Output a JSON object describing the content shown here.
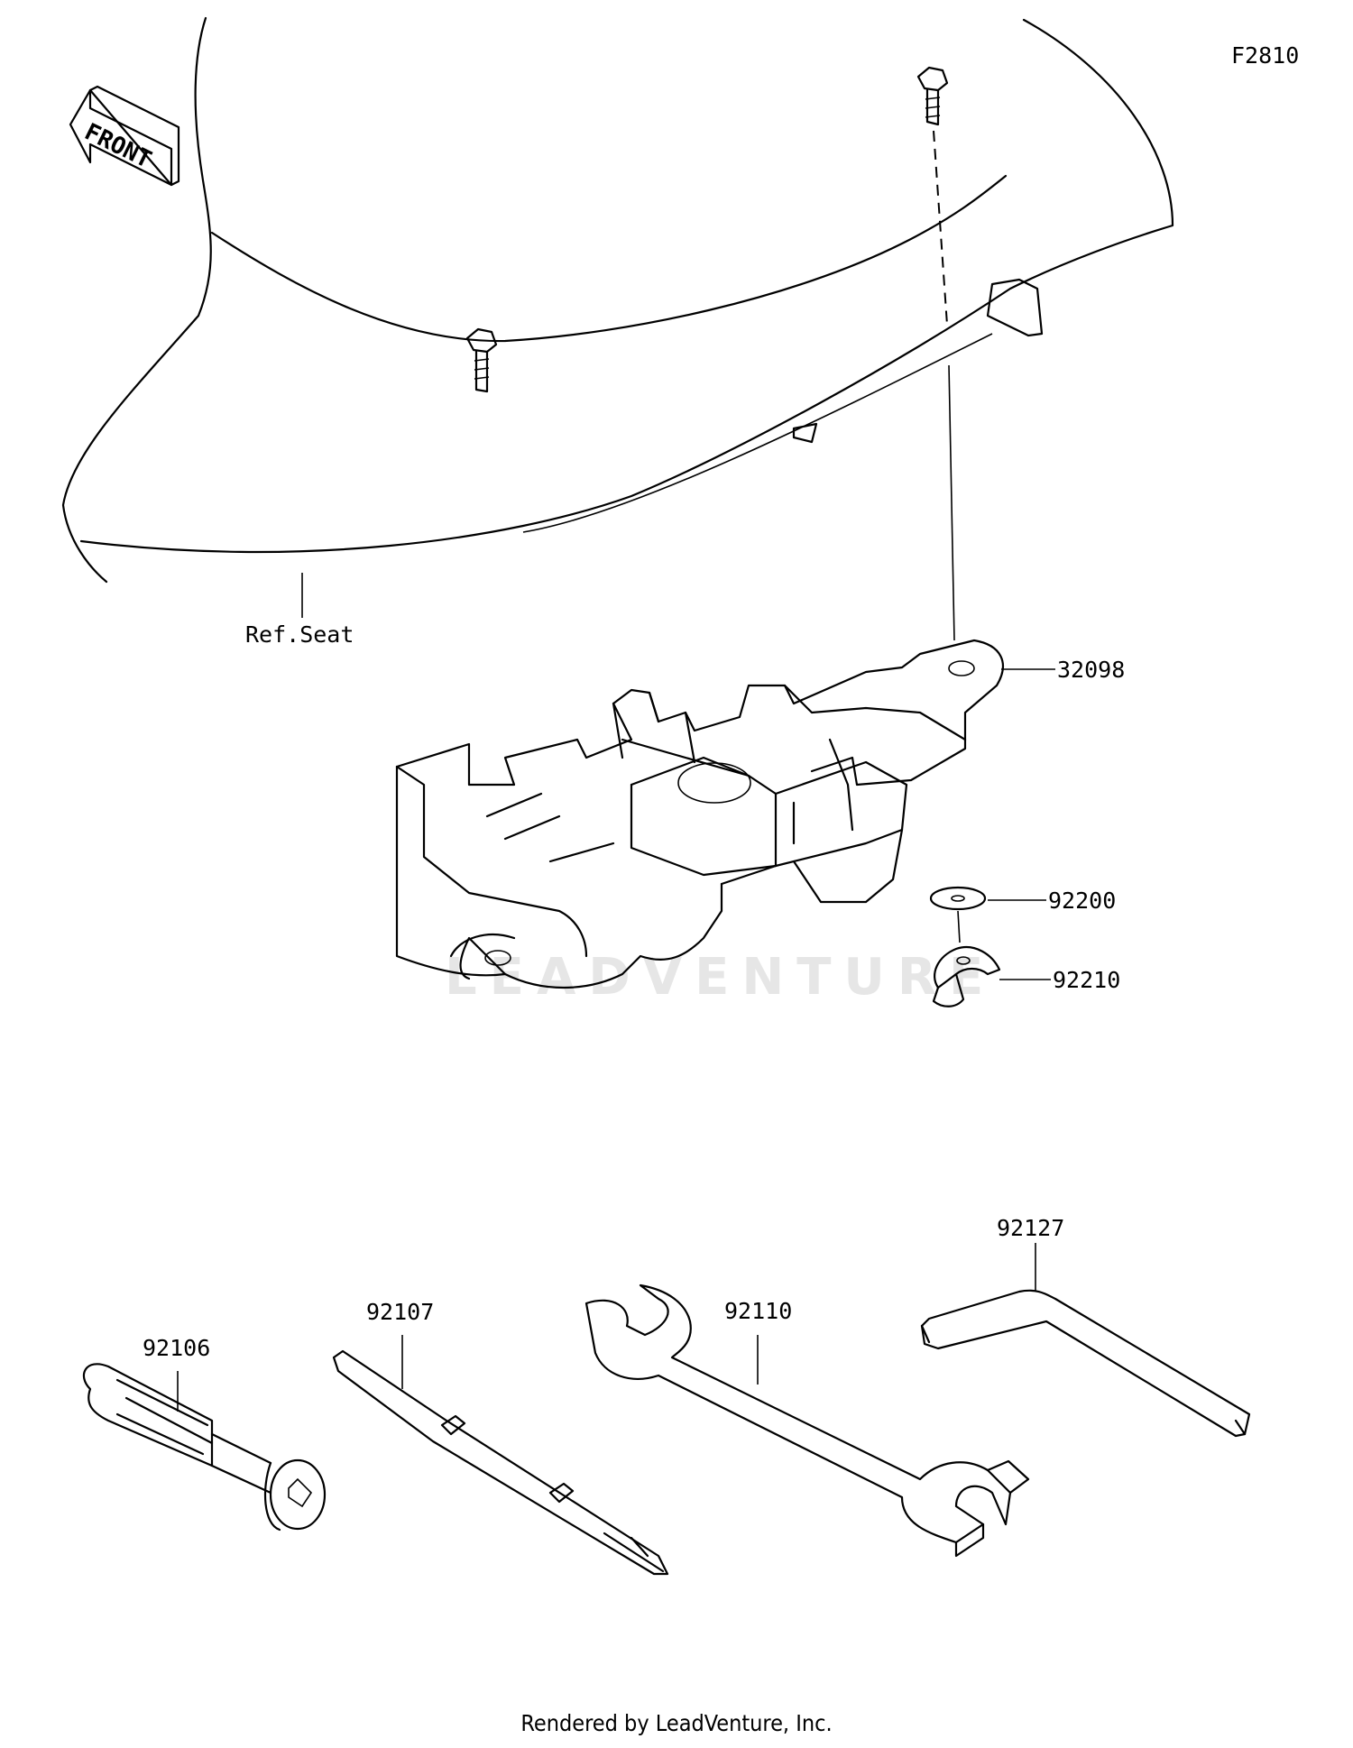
{
  "diagram_code": "F2810",
  "front_label": "FRONT",
  "ref_label": "Ref.Seat",
  "watermark": "LEADVENTURE",
  "parts": {
    "tray": "32098",
    "washer": "92200",
    "wing_nut": "92210",
    "tool_handle": "92106",
    "screwdriver": "92107",
    "wrench": "92110",
    "hex_key": "92127"
  },
  "footer": "Rendered by LeadVenture, Inc."
}
